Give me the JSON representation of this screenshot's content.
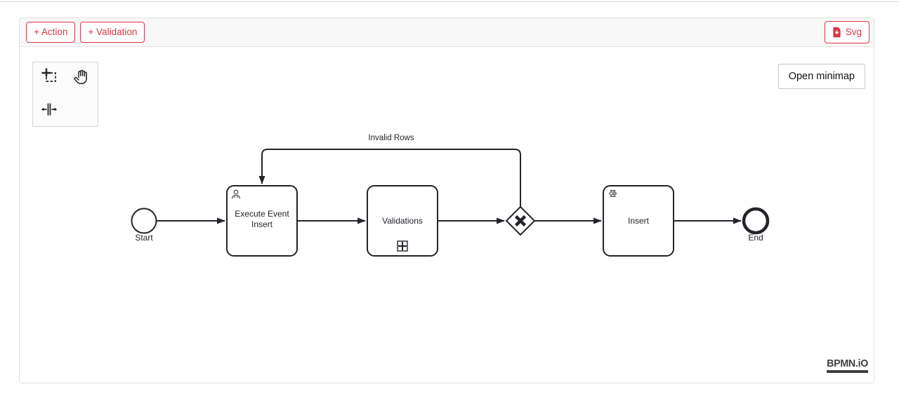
{
  "header": {
    "action_button": "+ Action",
    "validation_button": "+ Validation",
    "svg_button": "Svg"
  },
  "canvas_controls": {
    "minimap_button": "Open minimap",
    "watermark": "BPMN.iO",
    "palette_tools": [
      {
        "icon": "lasso-tool-icon"
      },
      {
        "icon": "hand-tool-icon"
      },
      {
        "icon": "space-tool-icon"
      }
    ]
  },
  "diagram": {
    "start_event": {
      "label": "Start"
    },
    "task_execute": {
      "label_line1": "Execute Event",
      "label_line2": "Insert",
      "icon": "user-icon"
    },
    "subprocess_validations": {
      "label": "Validations",
      "marker": "subprocess-plus-marker"
    },
    "gateway": {
      "type_icon": "exclusive-gateway-x-icon"
    },
    "task_insert": {
      "label": "Insert",
      "icon": "script-icon"
    },
    "end_event": {
      "label": "End"
    },
    "flow_invalid_rows": {
      "label": "Invalid Rows"
    }
  },
  "colors": {
    "accent": "#dc3545",
    "diagram_stroke": "#22242a",
    "toolbar_bg": "#f8f8f8",
    "panel_border": "#e0e0e0"
  }
}
